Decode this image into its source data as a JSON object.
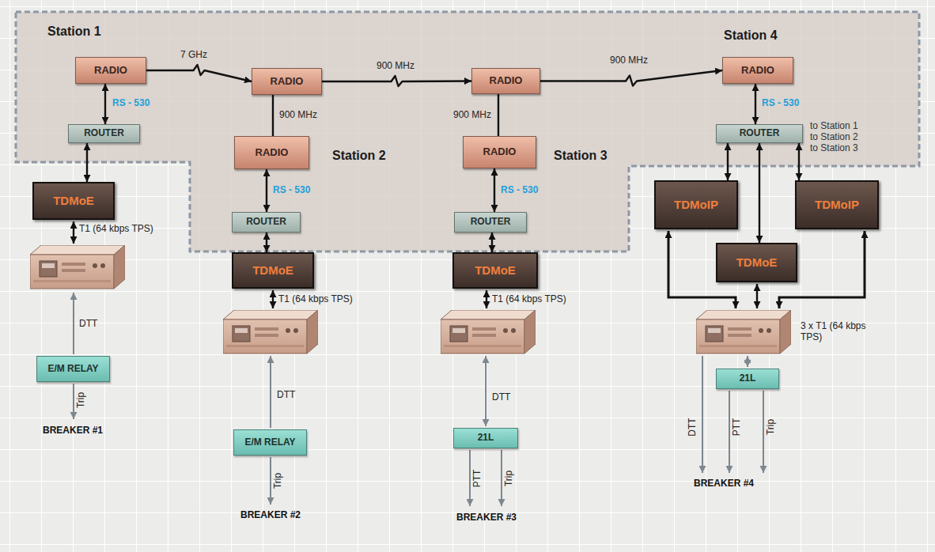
{
  "diagram": {
    "nodes": [
      {
        "text": [
          "RADIO"
        ]
      },
      {
        "text": [
          "ROUTER"
        ]
      },
      {
        "text": [
          "TDMoE"
        ]
      },
      {
        "text": [
          "E/M RELAY"
        ]
      },
      {
        "text": [
          "RADIO"
        ]
      },
      {
        "text": [
          "RADIO"
        ]
      },
      {
        "text": [
          "ROUTER"
        ]
      },
      {
        "text": [
          "TDMoE"
        ]
      },
      {
        "text": [
          "E/M RELAY"
        ]
      },
      {
        "text": [
          "RADIO"
        ]
      },
      {
        "text": [
          "RADIO"
        ]
      },
      {
        "text": [
          "ROUTER"
        ]
      },
      {
        "text": [
          "TDMoE"
        ]
      },
      {
        "text": [
          "21L"
        ]
      },
      {
        "text": [
          "RADIO"
        ]
      },
      {
        "text": [
          "ROUTER"
        ]
      },
      {
        "text": [
          "TDMoIP"
        ]
      },
      {
        "text": [
          "TDMoIP"
        ]
      },
      {
        "text": [
          "TDMoE"
        ]
      },
      {
        "text": [
          "21L"
        ]
      }
    ],
    "edges": [
      {
        "from": 0,
        "to": 4,
        "label": "7 GHz",
        "arrow": "to"
      },
      {
        "from": 4,
        "to": 9,
        "label": "900 MHz",
        "arrow": "to"
      },
      {
        "from": 9,
        "to": 14,
        "label": "900 MHz",
        "arrow": "to"
      },
      {
        "from": 0,
        "to": 1,
        "label": "RS - 530",
        "arrow": "both"
      },
      {
        "from": 1,
        "to": 2,
        "arrow": "both"
      },
      {
        "from": 5,
        "to": 4,
        "label": "900 MHz",
        "arrow": "none"
      },
      {
        "from": 5,
        "to": 6,
        "label": "RS - 530",
        "arrow": "both"
      },
      {
        "from": 6,
        "to": 7,
        "arrow": "both"
      },
      {
        "from": 10,
        "to": 9,
        "label": "900 MHz",
        "arrow": "none"
      },
      {
        "from": 10,
        "to": 11,
        "label": "RS - 530",
        "arrow": "both"
      },
      {
        "from": 11,
        "to": 12,
        "arrow": "both"
      },
      {
        "from": 14,
        "to": 15,
        "label": "RS - 530",
        "arrow": "both"
      },
      {
        "from": 15,
        "to": 16,
        "arrow": "both"
      },
      {
        "from": 15,
        "to": 18,
        "arrow": "both"
      },
      {
        "from": 15,
        "to": 17,
        "arrow": "both"
      }
    ],
    "labels": [
      "Station 1",
      "Station 2",
      "Station 3",
      "Station 4",
      "to Station 1",
      "to Station 2",
      "to Station 3",
      "T1 (64 kbps TPS)",
      "DTT",
      "Trip",
      "BREAKER #1",
      "T1 (64 kbps TPS)",
      "DTT",
      "Trip",
      "BREAKER #2",
      "T1 (64 kbps TPS)",
      "DTT",
      "PTT",
      "Trip",
      "BREAKER #3",
      "3 x T1 (64 kbps TPS)",
      "DTT",
      "PTT",
      "Trip",
      "BREAKER #4"
    ]
  }
}
